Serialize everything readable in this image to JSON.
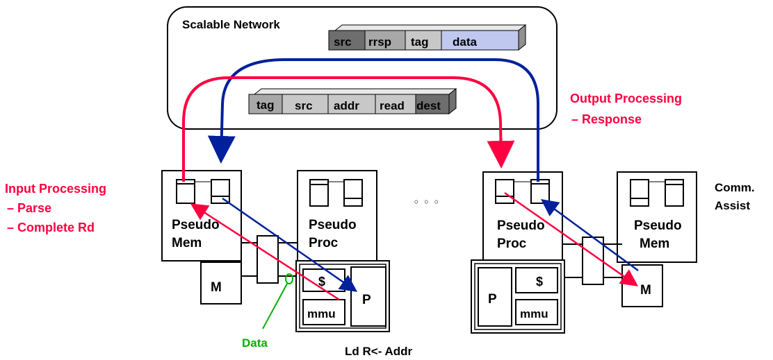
{
  "network": {
    "title": "Scalable Network",
    "response_packet": [
      "src",
      "rrsp",
      "tag",
      "data"
    ],
    "request_packet": [
      "tag",
      "src",
      "addr",
      "read",
      "dest"
    ]
  },
  "annotations": {
    "output_processing": [
      "Output Processing",
      "– Response"
    ],
    "input_processing": [
      "Input Processing",
      "– Parse",
      "– Complete Rd"
    ],
    "comm_assist": [
      "Comm.",
      "Assist"
    ],
    "ellipsis": "◦ ◦ ◦",
    "data_label": "Data",
    "instruction": "Ld R<- Addr"
  },
  "left_node": {
    "pseudo_mem": [
      "Pseudo",
      "Mem"
    ],
    "pseudo_proc": [
      "Pseudo",
      "Proc"
    ],
    "memory": "M",
    "cache": "$",
    "mmu": "mmu",
    "processor": "P"
  },
  "right_node": {
    "pseudo_proc": [
      "Pseudo",
      "Proc"
    ],
    "pseudo_mem": [
      "Pseudo",
      "Mem"
    ],
    "memory": "M",
    "cache": "$",
    "mmu": "mmu",
    "processor": "P"
  },
  "colors": {
    "request": "#ff0040",
    "response": "#00209c",
    "data": "#00b000",
    "annotation": "#ff0040",
    "packet_dark": "#6e6e6e",
    "packet_mid": "#a8a8a8",
    "packet_light": "#c8c8c8",
    "packet_data": "#c0c8f0"
  }
}
